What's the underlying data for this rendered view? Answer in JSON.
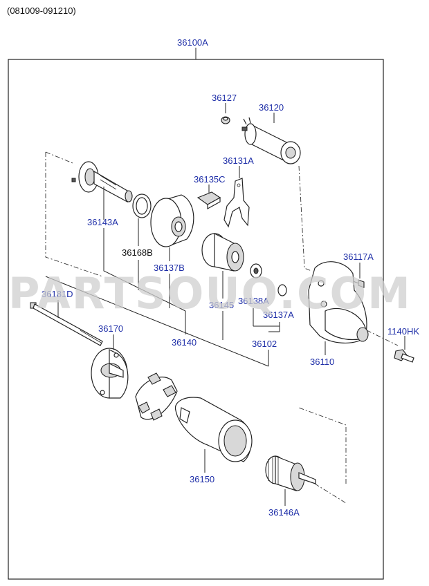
{
  "header": {
    "date_range": "(081009-091210)"
  },
  "assembly": {
    "number": "36100A"
  },
  "watermark": {
    "text": "PARTSOUQ.COM"
  },
  "parts": {
    "p36127": "36127",
    "p36120": "36120",
    "p36131A": "36131A",
    "p36135C": "36135C",
    "p36143A": "36143A",
    "p36168B": "36168B",
    "p36137B": "36137B",
    "p36117A": "36117A",
    "p36181D": "36181D",
    "p36145": "36145",
    "p36138A": "36138A",
    "p36137A": "36137A",
    "p36170": "36170",
    "p36140": "36140",
    "p36102": "36102",
    "p1140HK": "1140HK",
    "p36110": "36110",
    "p36150": "36150",
    "p36146A": "36146A"
  },
  "colors": {
    "label_blue": "#1f2fa8",
    "label_black": "#111111",
    "line": "#222222"
  }
}
